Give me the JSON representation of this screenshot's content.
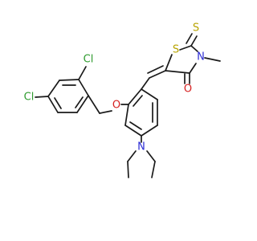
{
  "molecule": {
    "atoms": {
      "cl_ring": {
        "text": "Cl",
        "color": "#2e9b2e"
      },
      "cl_para": {
        "text": "Cl",
        "color": "#2e9b2e"
      },
      "ether_o": {
        "text": "O",
        "color": "#d62020"
      },
      "carbonyl_o": {
        "text": "O",
        "color": "#d62020"
      },
      "ring_s": {
        "text": "S",
        "color": "#b8a400"
      },
      "thione_s": {
        "text": "S",
        "color": "#b8a400"
      },
      "ring_n": {
        "text": "N",
        "color": "#2b2bd4"
      },
      "amine_n": {
        "text": "N",
        "color": "#2b2bd4"
      }
    }
  }
}
